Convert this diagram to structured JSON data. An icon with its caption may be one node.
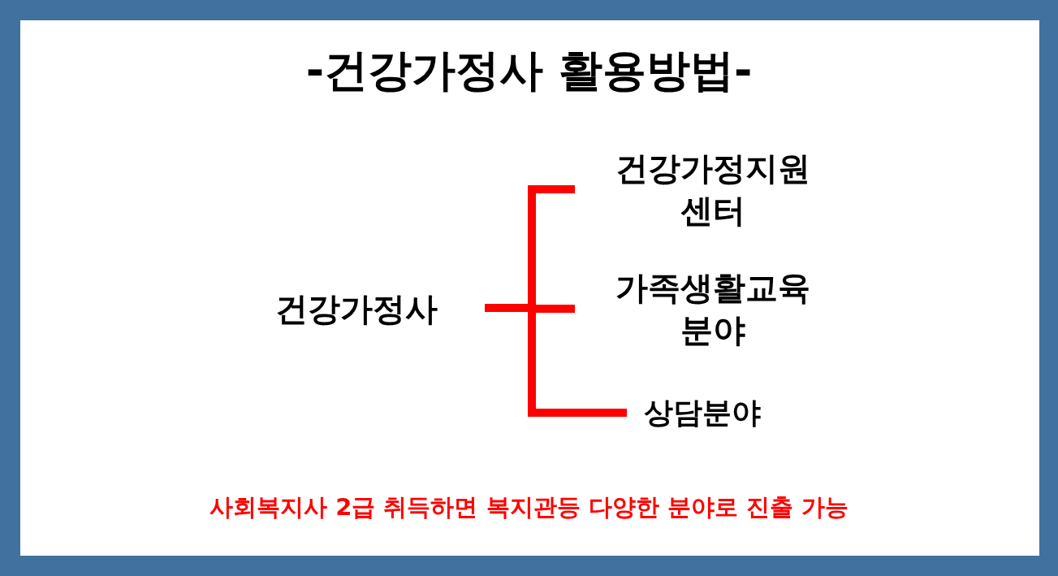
{
  "diagram": {
    "title": "-건강가정사 활용방법-",
    "nodes": [
      {
        "text": [
          "건강가정사"
        ]
      },
      {
        "text": [
          "건강가정지원 센터"
        ]
      },
      {
        "text": [
          "가족생활교육 분야"
        ]
      },
      {
        "text": [
          "상담분야"
        ]
      }
    ],
    "edges": [
      {
        "from": 0,
        "to": 1,
        "arrow": "none"
      },
      {
        "from": 0,
        "to": 2,
        "arrow": "none"
      },
      {
        "from": 0,
        "to": 3,
        "arrow": "none"
      }
    ],
    "labels": [
      "사회복지사 2급 취득하면 복지관등 다양한 분야로 진출 가능"
    ]
  }
}
